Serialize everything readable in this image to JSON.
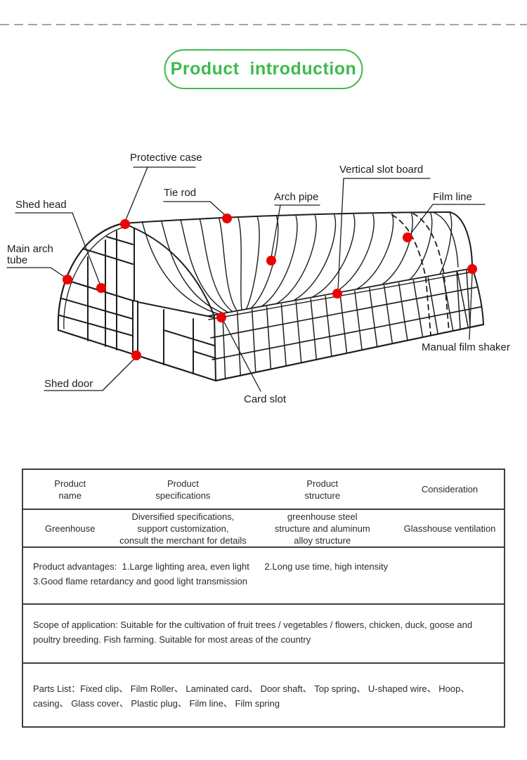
{
  "header": {
    "title": "Product  introduction",
    "accent_color": "#3dbb4d"
  },
  "diagram": {
    "dot_color": "#ee0000",
    "line_color": "#1d1d1d",
    "labels": [
      {
        "id": "protective-case",
        "text": "Protective case"
      },
      {
        "id": "tie-rod",
        "text": "Tie rod"
      },
      {
        "id": "shed-head",
        "text": "Shed head"
      },
      {
        "id": "main-arch-tube",
        "text": "Main arch\ntube"
      },
      {
        "id": "arch-pipe",
        "text": "Arch pipe"
      },
      {
        "id": "vertical-slot-board",
        "text": "Vertical slot board"
      },
      {
        "id": "film-line",
        "text": "Film line"
      },
      {
        "id": "manual-film-shaker",
        "text": "Manual film shaker"
      },
      {
        "id": "shed-door",
        "text": "Shed door"
      },
      {
        "id": "card-slot",
        "text": "Card slot"
      }
    ]
  },
  "table": {
    "headers": [
      "Product\nname",
      "Product\nspecifications",
      "Product\nstructure",
      "Consideration"
    ],
    "row1": [
      "Greenhouse",
      "Diversified specifications,\nsupport customization,\nconsult the merchant for details",
      "greenhouse steel\nstructure and aluminum\nalloy structure",
      "Glasshouse ventilation"
    ],
    "advantages": "Product advantages:  1.Large lighting area, even light      2.Long use time, high intensity\n3.Good flame retardancy and good light transmission",
    "scope": "Scope of application: Suitable for the cultivation of fruit trees / vegetables / flowers, chicken, duck, goose and poultry breeding. Fish farming. Suitable for most areas of the country",
    "parts": "Parts List：Fixed clip、 Film Roller、 Laminated card、 Door shaft、 Top spring、 U-shaped wire、 Hoop、 casing、 Glass cover、 Plastic plug、 Film line、 Film spring"
  }
}
